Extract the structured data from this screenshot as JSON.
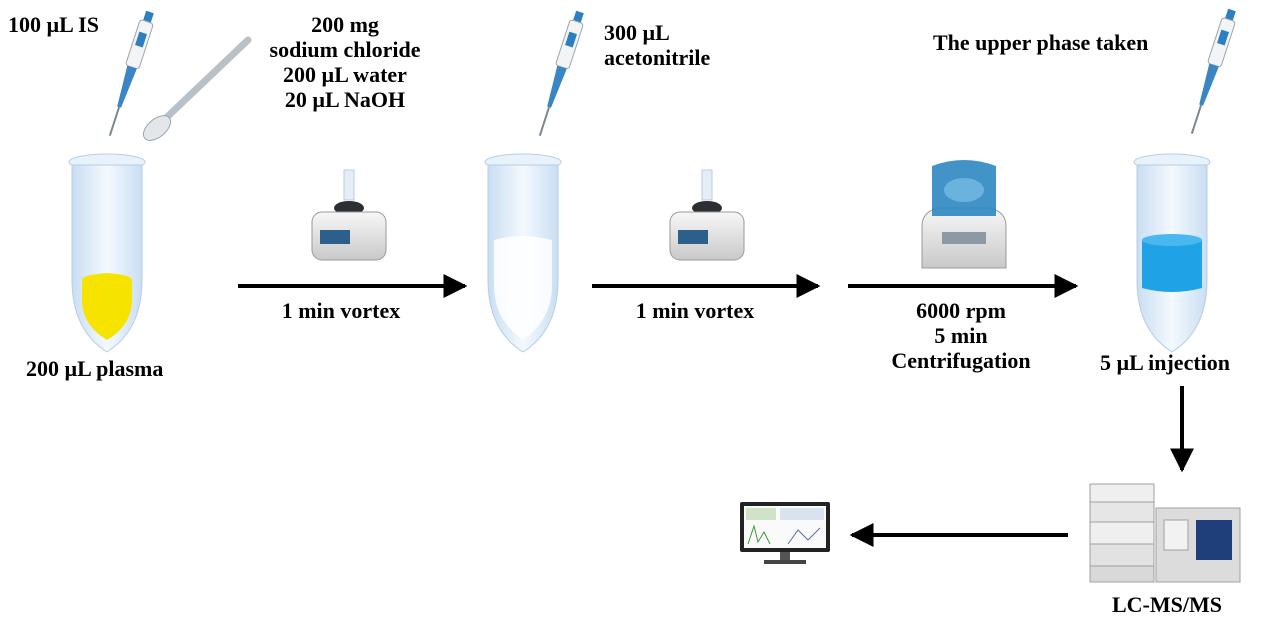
{
  "labels": {
    "is": "100 µL IS",
    "reagents": [
      "200 mg",
      "sodium chloride",
      "200  µL  water",
      "20  µL NaOH"
    ],
    "acetonitrile": [
      "300 µL",
      "acetonitrile"
    ],
    "upper_phase": "The upper phase taken",
    "plasma": "200 µL plasma",
    "vortex1": "1 min vortex",
    "vortex2": "1 min vortex",
    "centrifugation": [
      "6000 rpm",
      "5 min",
      "Centrifugation"
    ],
    "injection": "5 µL injection",
    "instrument": "LC-MS/MS"
  },
  "colors": {
    "plasma": "#f6e400",
    "upper_phase": "#1fa3e6",
    "tube": "#dbeaf8",
    "pipette": "#2c7fc0",
    "arrow": "#000000"
  },
  "icons": [
    "pipette-icon",
    "spatula-icon",
    "tube-icon",
    "vortex-mixer-icon",
    "centrifuge-icon",
    "lc-ms-instrument-icon",
    "monitor-icon"
  ]
}
